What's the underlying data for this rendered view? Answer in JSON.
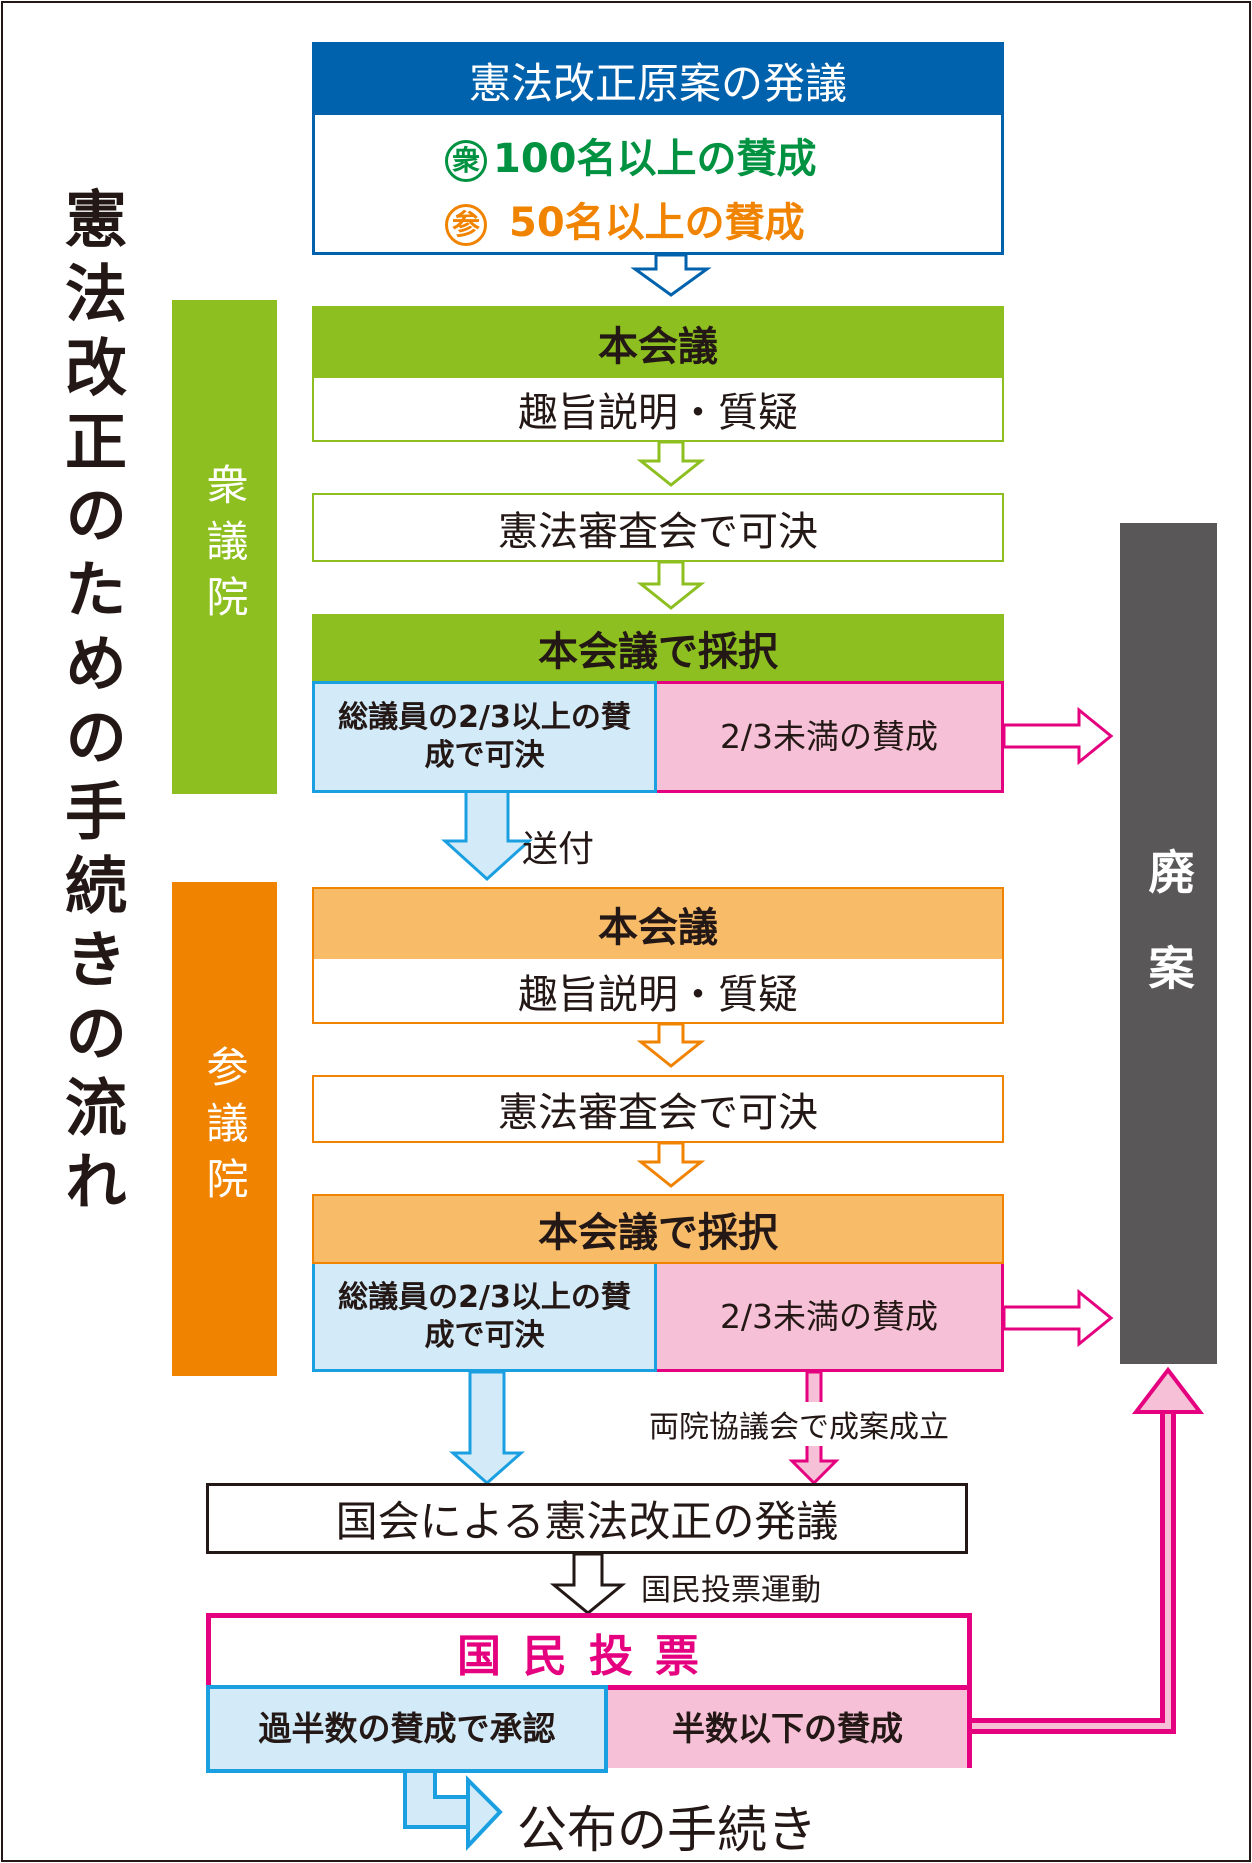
{
  "title": "憲法改正のための手続きの流れ",
  "colors": {
    "blue": "#0062ad",
    "green": "#8cbf1f",
    "green_text": "#009240",
    "orange": "#f08300",
    "orange_light": "#f8bb68",
    "sky": "#1a9fe0",
    "sky_light": "#d3ebf9",
    "pink": "#e4007f",
    "pink_light": "#f6c0d6",
    "gray": "#595757"
  },
  "proposal": {
    "header": "憲法改正原案の発議",
    "shu_mark": "衆",
    "shu_text": "100名以上の賛成",
    "san_mark": "参",
    "san_text": "50名以上の賛成"
  },
  "shugiin": {
    "label": "衆議院",
    "plenary": "本会議",
    "explain": "趣旨説明・質疑",
    "committee": "憲法審査会で可決",
    "adopt": "本会議で採択",
    "pass": "総議員の2/3以上の賛成で可決",
    "fail": "2/3未満の賛成"
  },
  "send_label": "送付",
  "sangiin": {
    "label": "参議院",
    "plenary": "本会議",
    "explain": "趣旨説明・質疑",
    "committee": "憲法審査会で可決",
    "adopt": "本会議で採択",
    "pass": "総議員の2/3以上の賛成で可決",
    "fail": "2/3未満の賛成"
  },
  "conference_label": "両院協議会で成案成立",
  "rejected": "廃案",
  "diet_proposal": "国会による憲法改正の発議",
  "campaign_label": "国民投票運動",
  "referendum": {
    "header": "国民投票",
    "approve": "過半数の賛成で承認",
    "reject": "半数以下の賛成"
  },
  "promulgation": "公布の手続き"
}
